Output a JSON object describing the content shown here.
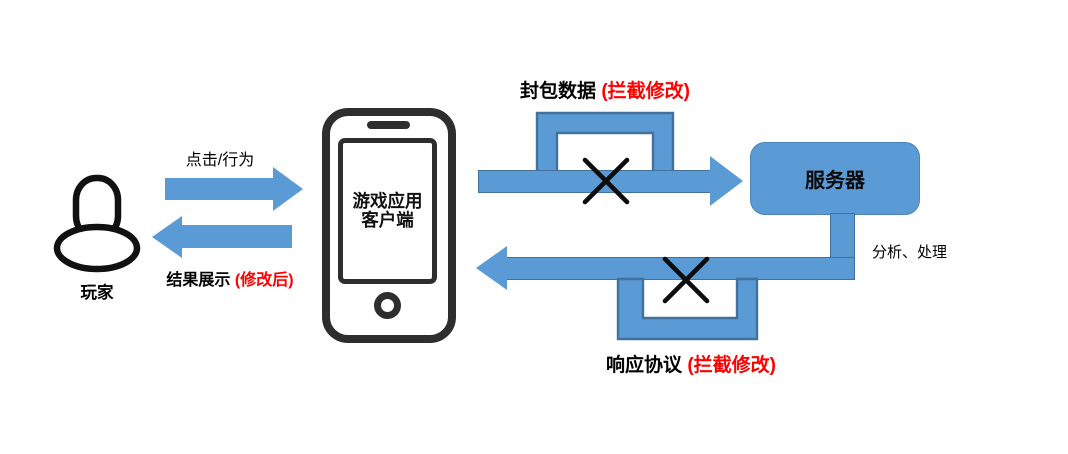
{
  "player": {
    "label": "玩家"
  },
  "arrow_click": {
    "label": "点击/行为"
  },
  "arrow_result": {
    "black": "结果展示",
    "red": "(修改后)"
  },
  "phone": {
    "line1": "游戏应用",
    "line2": "客户端"
  },
  "arrow_packet": {
    "black": "封包数据",
    "red": "(拦截修改)"
  },
  "server": {
    "label": "服务器"
  },
  "process": {
    "label": "分析、处理"
  },
  "arrow_response": {
    "black": "响应协议",
    "red": "(拦截修改)"
  },
  "colors": {
    "arrow_blue": "#5b9bd5",
    "arrow_border": "#41719c",
    "highlight_red": "#ff0000",
    "icon_black": "#2e2e2e"
  }
}
